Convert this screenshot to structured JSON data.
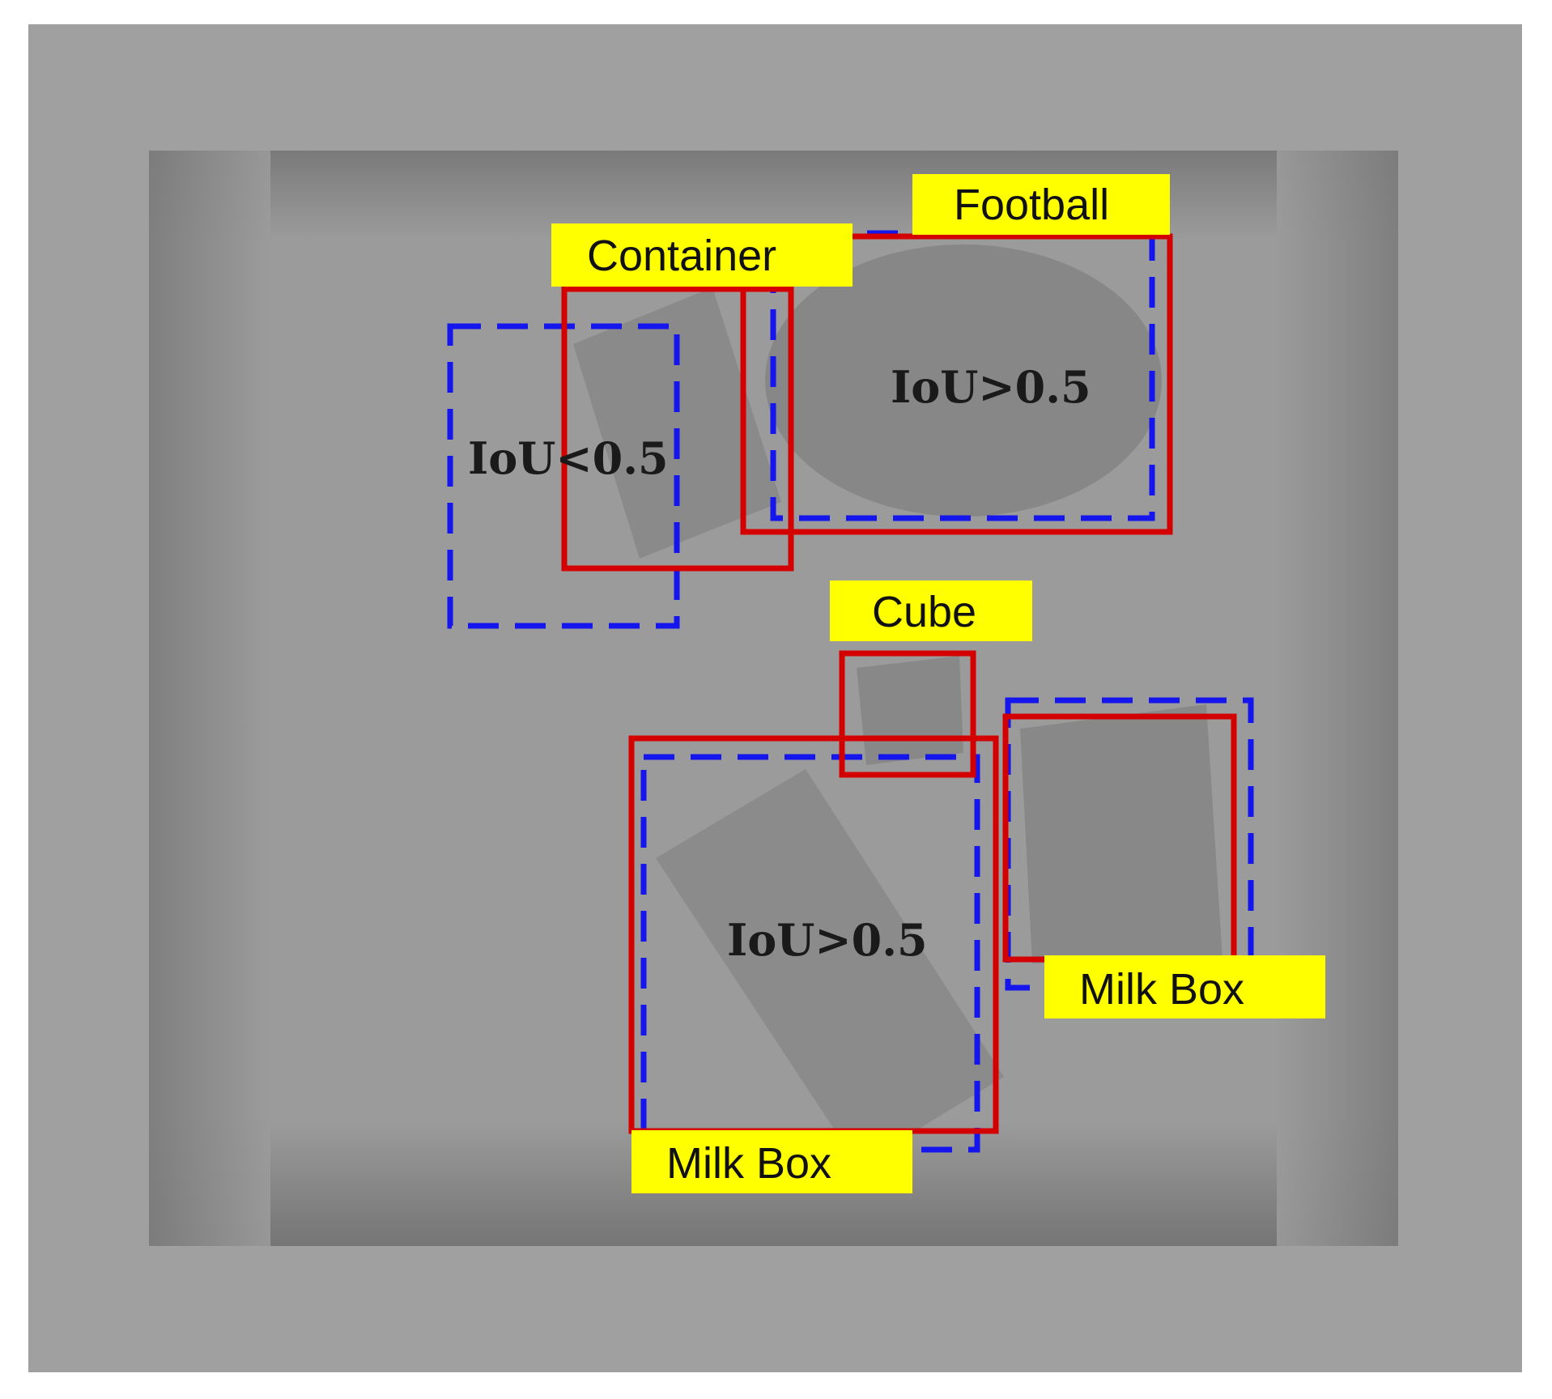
{
  "colors": {
    "outer_background": "#a0a0a0",
    "bin_floor": "#9b9b9b",
    "bin_rim": "#7e7e7e",
    "object_fill": "#868686",
    "detection_box": "#d40000",
    "ground_truth_box": "#1515ee",
    "label_background": "#ffff00"
  },
  "objects": [
    {
      "name": "Football",
      "label": "Football",
      "shape": "ellipse"
    },
    {
      "name": "Container",
      "label": "Container",
      "shape": "rotated-rectangle"
    },
    {
      "name": "Cube",
      "label": "Cube",
      "shape": "rotated-square"
    },
    {
      "name": "Milk Box (bottom)",
      "label": "Milk Box",
      "shape": "rotated-rectangle"
    },
    {
      "name": "Milk Box (right)",
      "label": "Milk Box",
      "shape": "rotated-square"
    }
  ],
  "iou_annotations": [
    {
      "target": "container",
      "text": "IoU<0.5"
    },
    {
      "target": "football",
      "text": "IoU>0.5"
    },
    {
      "target": "milk-box-bottom",
      "text": "IoU>0.5"
    }
  ],
  "box_styles": {
    "detection": "solid-red",
    "ground_truth": "dashed-blue"
  }
}
